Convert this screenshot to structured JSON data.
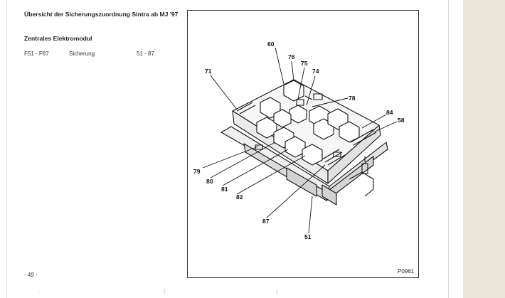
{
  "document": {
    "title": "Übersicht der Sicherungszuordnung Sintra ab MJ '97",
    "section_heading": "Zentrales Elektromodul",
    "fuse_table": {
      "range": "F51 - F87",
      "type": "Sicherung",
      "values": "51 - 87"
    },
    "page_number": "- 49 -"
  },
  "figure": {
    "code": "P0961",
    "callouts": [
      "60",
      "76",
      "75",
      "74",
      "71",
      "78",
      "84",
      "58",
      "79",
      "80",
      "81",
      "82",
      "87",
      "51"
    ]
  },
  "colors": {
    "side_panel": "#ece7db",
    "line": "#111111"
  }
}
